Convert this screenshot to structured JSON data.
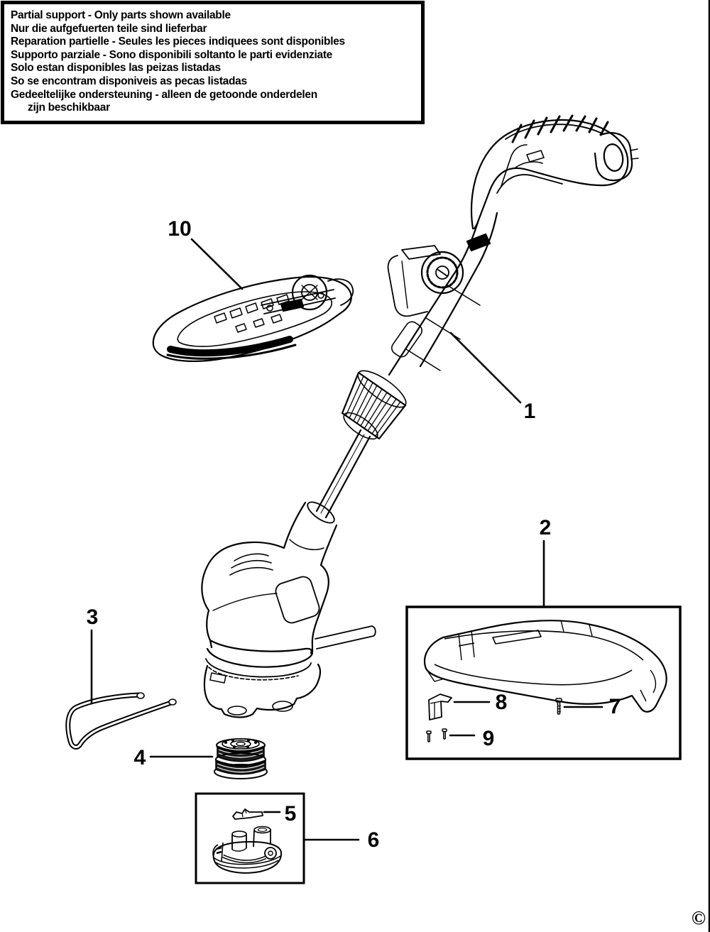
{
  "notice": {
    "lines": [
      "Partial support - Only parts shown available",
      "Nur die aufgefuerten teile sind lieferbar",
      "Reparation partielle - Seules les pieces indiquees sont disponibles",
      "Supporto parziale - Sono disponibili soltanto le parti evidenziate",
      "Solo estan disponibles las peizas listadas",
      "So se encontram disponiveis as pecas listadas",
      "Gedeeltelijke ondersteuning - alleen de getoonde onderdelen",
      "zijn beschikbaar"
    ]
  },
  "part_labels": {
    "part1": "1",
    "part2": "2",
    "part3": "3",
    "part4": "4",
    "part5": "5",
    "part6": "6",
    "part7": "7",
    "part8": "8",
    "part9": "9",
    "part10": "10"
  },
  "copyright": "©",
  "colors": {
    "ink": "#000000",
    "paper": "#ffffff"
  }
}
